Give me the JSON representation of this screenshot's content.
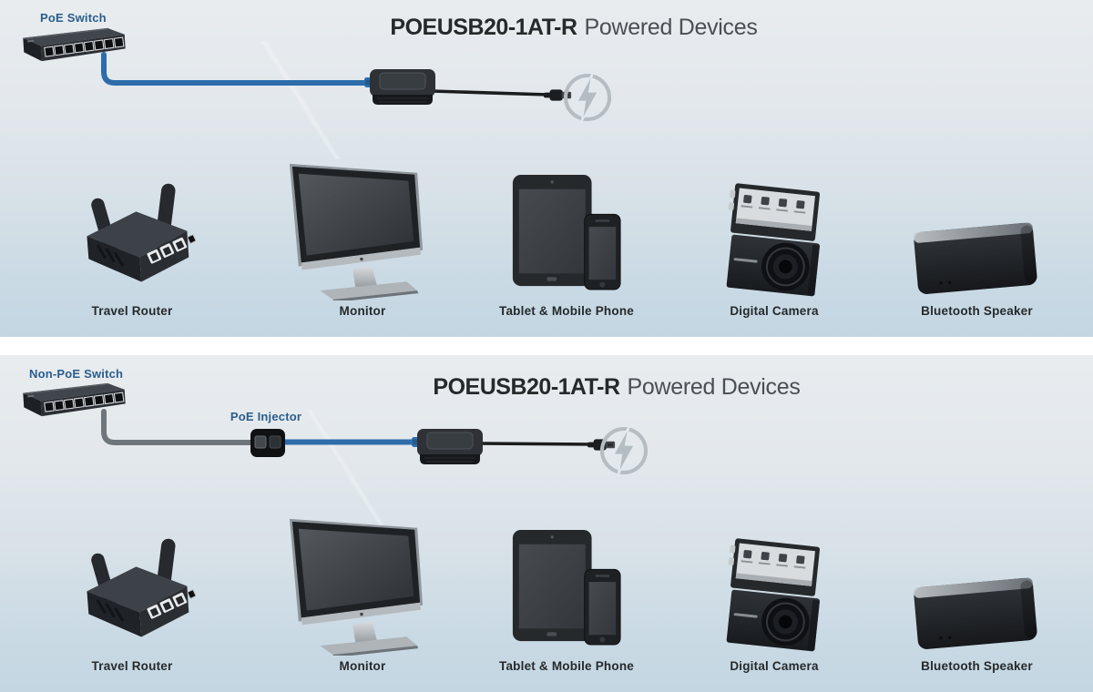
{
  "colors": {
    "label_blue": "#2a5d8c",
    "cable_blue": "#2e6cab",
    "cable_gray": "#6f767b",
    "cable_black": "#1a1c1e",
    "bolt_gray": "#b5bdc3",
    "panel_gradient_top": "#e8ecef",
    "panel_gradient_bottom": "#c3d6e2"
  },
  "panels": [
    {
      "title_model": "POEUSB20-1AT-R",
      "title_suffix": "Powered Devices",
      "source_label": "PoE Switch",
      "devices": [
        {
          "label": "Travel Router",
          "icon": "travel-router-icon"
        },
        {
          "label": "Monitor",
          "icon": "monitor-icon"
        },
        {
          "label": "Tablet & Mobile Phone",
          "icon": "tablet-phone-icon"
        },
        {
          "label": "Digital Camera",
          "icon": "digital-camera-icon"
        },
        {
          "label": "Bluetooth Speaker",
          "icon": "bluetooth-speaker-icon"
        }
      ]
    },
    {
      "title_model": "POEUSB20-1AT-R",
      "title_suffix": "Powered Devices",
      "source_label": "Non-PoE Switch",
      "injector_label": "PoE Injector",
      "devices": [
        {
          "label": "Travel Router",
          "icon": "travel-router-icon"
        },
        {
          "label": "Monitor",
          "icon": "monitor-icon"
        },
        {
          "label": "Tablet & Mobile Phone",
          "icon": "tablet-phone-icon"
        },
        {
          "label": "Digital Camera",
          "icon": "digital-camera-icon"
        },
        {
          "label": "Bluetooth Speaker",
          "icon": "bluetooth-speaker-icon"
        }
      ]
    }
  ]
}
